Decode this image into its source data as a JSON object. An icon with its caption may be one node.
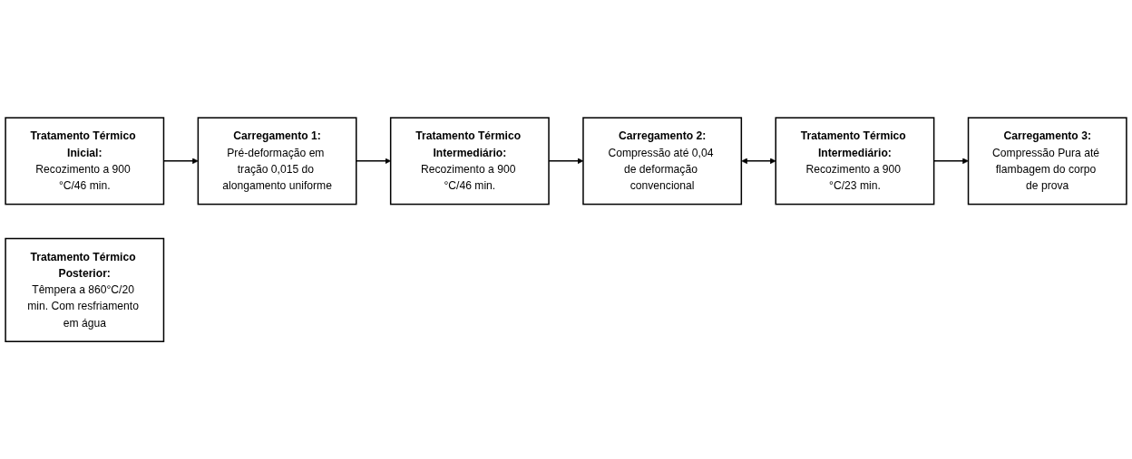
{
  "diagram": {
    "nodes": [
      {
        "text": [
          "Tratamento Térmico Inicial:",
          "Recozimento a 900 °C/46 min."
        ]
      },
      {
        "text": [
          "Carregamento 1:",
          "Pré-deformação em tração 0,015 do alongamento uniforme"
        ]
      },
      {
        "text": [
          "Tratamento Térmico Intermediário:",
          "Recozimento a 900 °C/46 min."
        ]
      },
      {
        "text": [
          "Carregamento 2:",
          "Compressão até 0,04 de deformação convencional"
        ]
      },
      {
        "text": [
          "Tratamento Térmico Posterior:",
          "Têmpera a 860°C/20 min. Com resfriamento em água"
        ]
      },
      {
        "text": [
          "Carregamento 3:",
          "Compressão Pura até flambagem do corpo de prova"
        ]
      },
      {
        "text": [
          "Tratamento Térmico Intermediário:",
          "Recozimento a 900 °C/23 min."
        ]
      }
    ],
    "edges": [
      {
        "from": 0,
        "to": 1,
        "arrow": "to"
      },
      {
        "from": 1,
        "to": 2,
        "arrow": "to"
      },
      {
        "from": 2,
        "to": 3,
        "arrow": "to"
      },
      {
        "from": 3,
        "to": 6,
        "arrow": "both"
      },
      {
        "from": 6,
        "to": 5,
        "arrow": "to"
      }
    ]
  }
}
